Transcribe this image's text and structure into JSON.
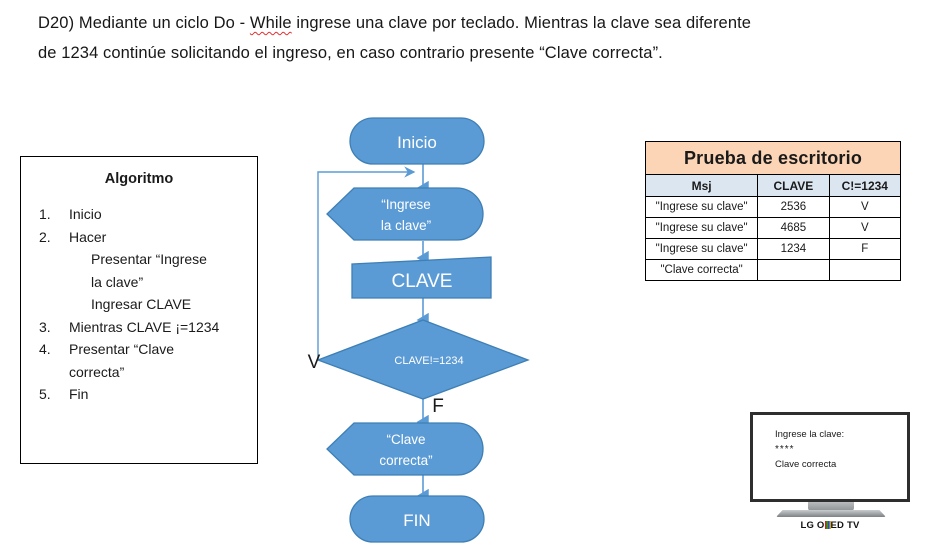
{
  "statement": {
    "line1_a": "D20) Mediante un ciclo Do - ",
    "line1_spell": "While",
    "line1_b": " ingrese una clave por teclado. Mientras la clave sea diferente",
    "line2": "de 1234 continúe solicitando el ingreso, en caso contrario presente “Clave correcta”."
  },
  "algorithm": {
    "title": "Algoritmo",
    "steps": [
      {
        "num": "1.",
        "text": "Inicio",
        "sub": []
      },
      {
        "num": "2.",
        "text": "Hacer",
        "sub": [
          "Presentar “Ingrese",
          "la clave”",
          "Ingresar CLAVE"
        ]
      },
      {
        "num": "3.",
        "text": "Mientras CLAVE ¡=1234",
        "sub": []
      },
      {
        "num": "4.",
        "text": "Presentar “Clave",
        "sub2": "correcta”",
        "sub": []
      },
      {
        "num": "5.",
        "text": "Fin",
        "sub": []
      }
    ],
    "step4_cont": "correcta”"
  },
  "flowchart": {
    "nodes": {
      "start": "Inicio",
      "output_prompt_l1": "“Ingrese",
      "output_prompt_l2": "la clave”",
      "input_var": "CLAVE",
      "decision": "CLAVE!=1234",
      "output_ok_l1": "“Clave",
      "output_ok_l2": "correcta”",
      "end": "FIN"
    },
    "labels": {
      "true_branch": "V",
      "false_branch": "F"
    },
    "colors": {
      "shape_fill": "#5B9BD5",
      "shape_stroke": "#3E7FB5",
      "text": "#FFFFFF",
      "connector": "#5B9BD5"
    }
  },
  "desk_check_table": {
    "title": "Prueba de escritorio",
    "columns": [
      "Msj",
      "CLAVE",
      "C!=1234"
    ],
    "rows": [
      [
        "\"Ingrese su clave\"",
        "2536",
        "V"
      ],
      [
        "\"Ingrese su clave\"",
        "4685",
        "V"
      ],
      [
        "\"Ingrese su clave\"",
        "1234",
        "F"
      ],
      [
        "\"Clave correcta\"",
        "",
        ""
      ]
    ],
    "colors": {
      "title_bg": "#FBD5B5",
      "header_bg": "#DCE6F1",
      "border": "#000000"
    }
  },
  "tv": {
    "screen_lines": [
      "Ingrese la clave:",
      "****",
      "Clave correcta"
    ],
    "brand_prefix": "LG O",
    "brand_suffix": "ED TV"
  }
}
